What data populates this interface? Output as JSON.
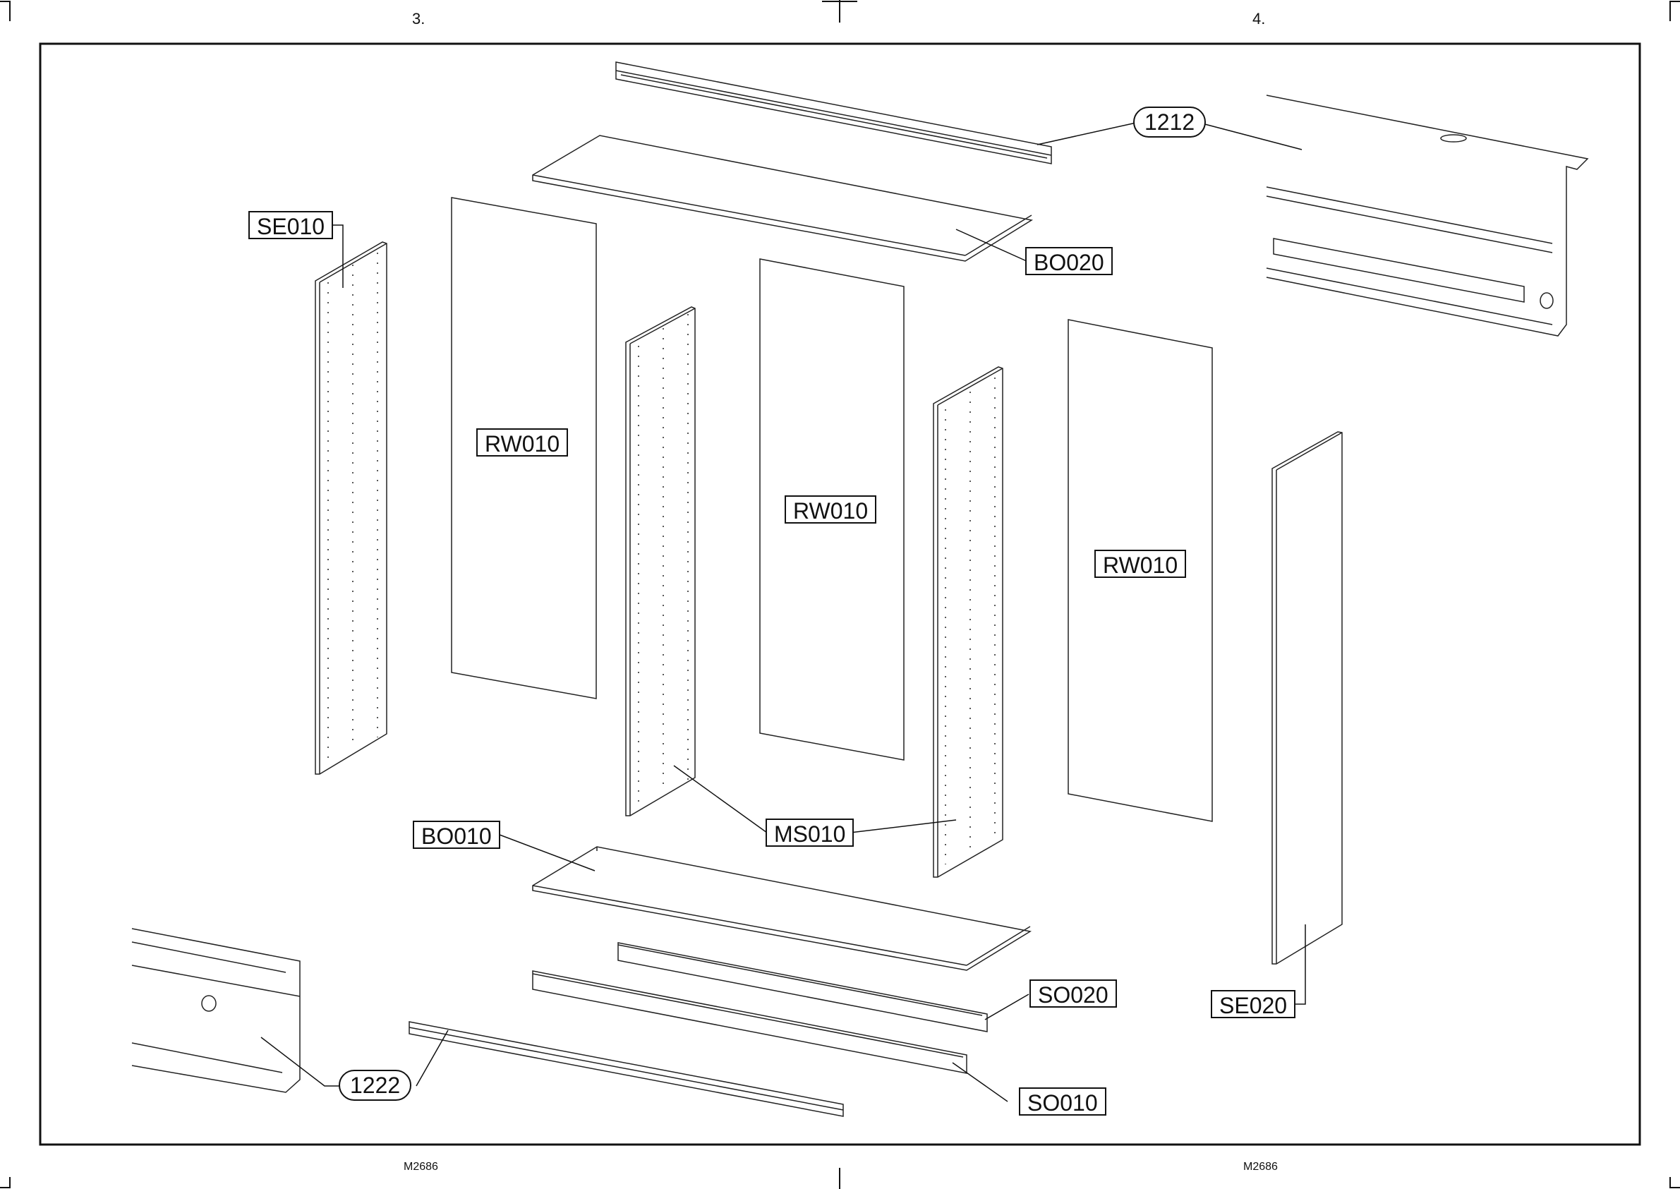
{
  "page_numbers": {
    "left": "3.",
    "right": "4."
  },
  "sheet_codes": {
    "left": "M2686",
    "right": "M2686"
  },
  "parts": {
    "top_rail": "1212",
    "top_panel": "BO020",
    "side_left": "SE010",
    "back_wall_1": "RW010",
    "back_wall_2": "RW010",
    "back_wall_3": "RW010",
    "middle_side": "MS010",
    "bottom_panel": "BO010",
    "plinth_back": "SO020",
    "plinth_front": "SO010",
    "side_right": "SE020",
    "bottom_rail": "1222"
  }
}
